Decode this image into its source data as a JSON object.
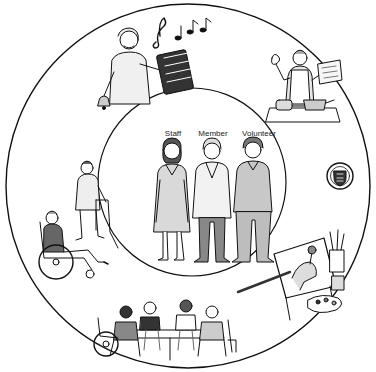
{
  "diagram": {
    "labels": [
      "Staff",
      "Member",
      "Volunteer"
    ]
  }
}
